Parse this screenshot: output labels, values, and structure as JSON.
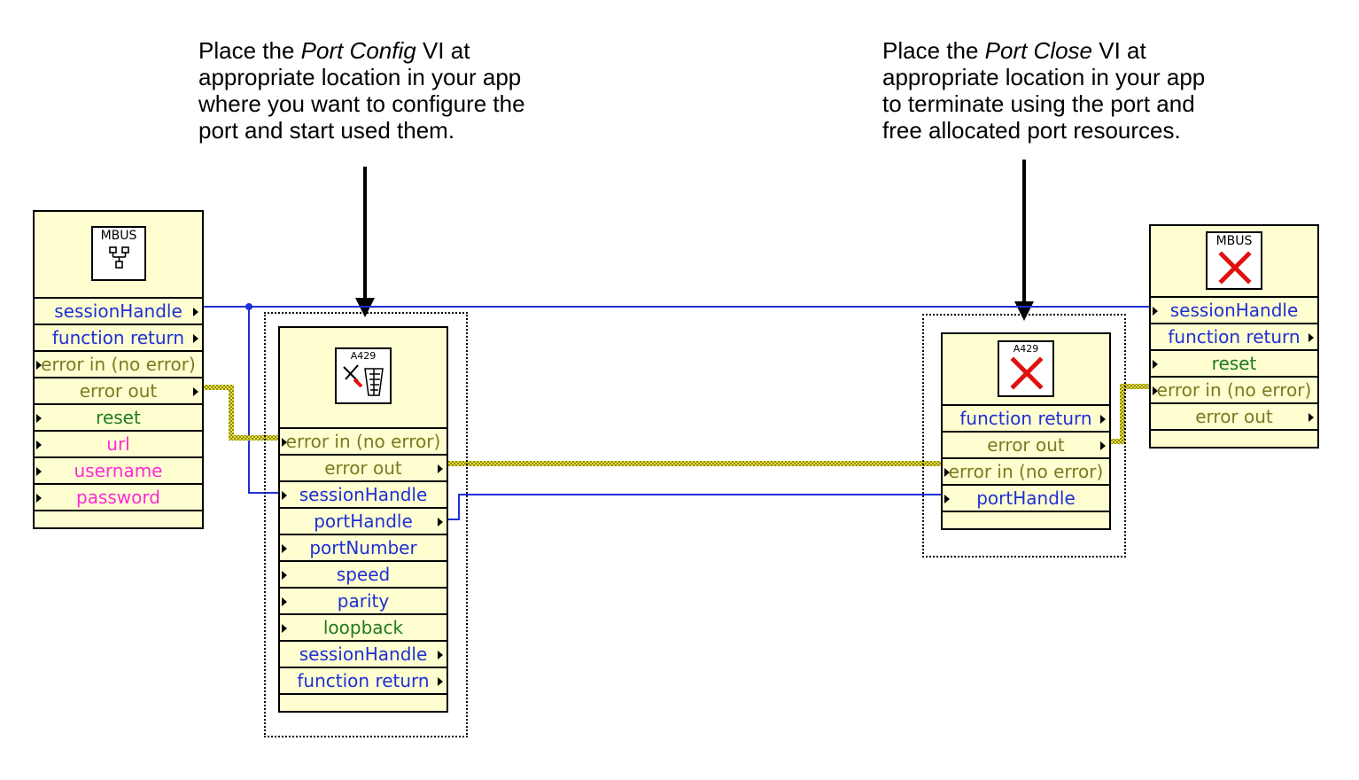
{
  "notes": {
    "config": {
      "t1": "Place the ",
      "em": "Port Config",
      "t2": " VI at appropriate location in your app where you want to configure the port and start used them."
    },
    "close": {
      "t1": "Place the ",
      "em": "Port Close",
      "t2": " VI at appropriate location in your app to terminate using the port and free allocated port resources."
    }
  },
  "session_open": {
    "icon_caption": "MBUS",
    "icon": "network-icon",
    "terminals": [
      "sessionHandle",
      "function return",
      "error in (no error)",
      "error out",
      "reset",
      "url",
      "username",
      "password"
    ]
  },
  "port_config": {
    "icon_caption": "A429",
    "icon": "port-config-icon",
    "terminals": [
      "error in (no error)",
      "error out",
      "sessionHandle",
      "portHandle",
      "portNumber",
      "speed",
      "parity",
      "loopback",
      "sessionHandle",
      "function return"
    ]
  },
  "port_close": {
    "icon_caption": "A429",
    "icon": "close-x-icon",
    "terminals": [
      "function return",
      "error out",
      "error in (no error)",
      "portHandle"
    ]
  },
  "session_close": {
    "icon_caption": "MBUS",
    "icon": "close-x-icon",
    "terminals": [
      "sessionHandle",
      "function return",
      "reset",
      "error in (no error)",
      "error out"
    ]
  },
  "colors": {
    "node_fill": "#fefed0",
    "refnum_wire": "#1e2fd6",
    "error_wire": "#8f8a18",
    "close_x": "#e01010"
  }
}
